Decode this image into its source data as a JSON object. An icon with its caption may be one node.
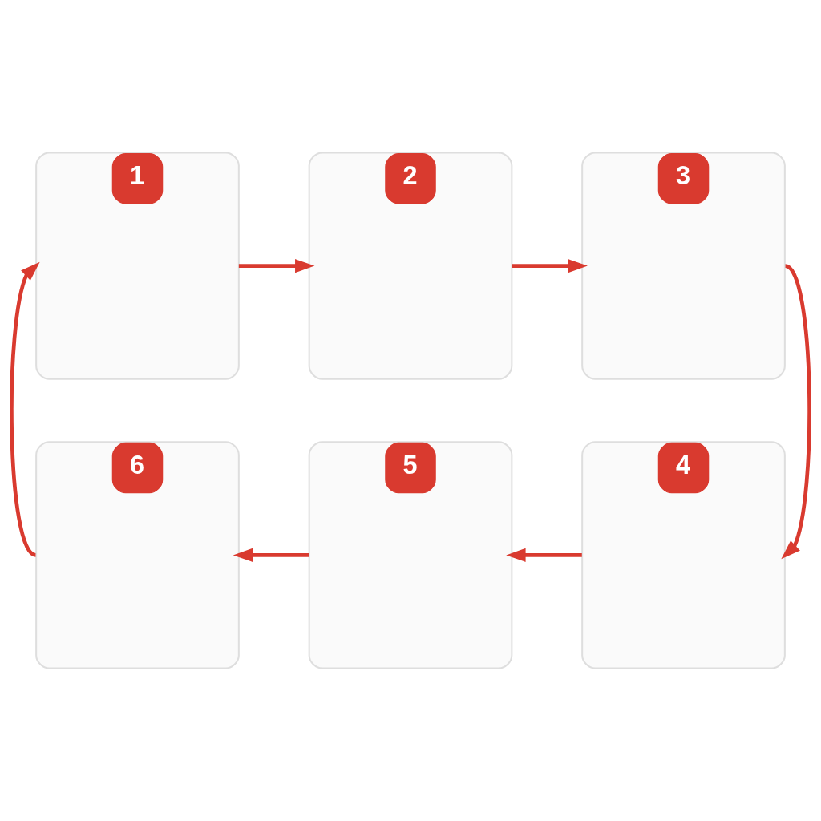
{
  "diagram": {
    "nodes": [
      {
        "text": [
          "1"
        ]
      },
      {
        "text": [
          "2"
        ]
      },
      {
        "text": [
          "3"
        ]
      },
      {
        "text": [
          "4"
        ]
      },
      {
        "text": [
          "5"
        ]
      },
      {
        "text": [
          "6"
        ]
      }
    ],
    "edges": [
      {
        "from": 0,
        "to": 1,
        "arrow": "to"
      },
      {
        "from": 1,
        "to": 2,
        "arrow": "to"
      },
      {
        "from": 2,
        "to": 3,
        "arrow": "to"
      },
      {
        "from": 3,
        "to": 4,
        "arrow": "to"
      },
      {
        "from": 4,
        "to": 5,
        "arrow": "to"
      },
      {
        "from": 5,
        "to": 0,
        "arrow": "to"
      }
    ]
  }
}
